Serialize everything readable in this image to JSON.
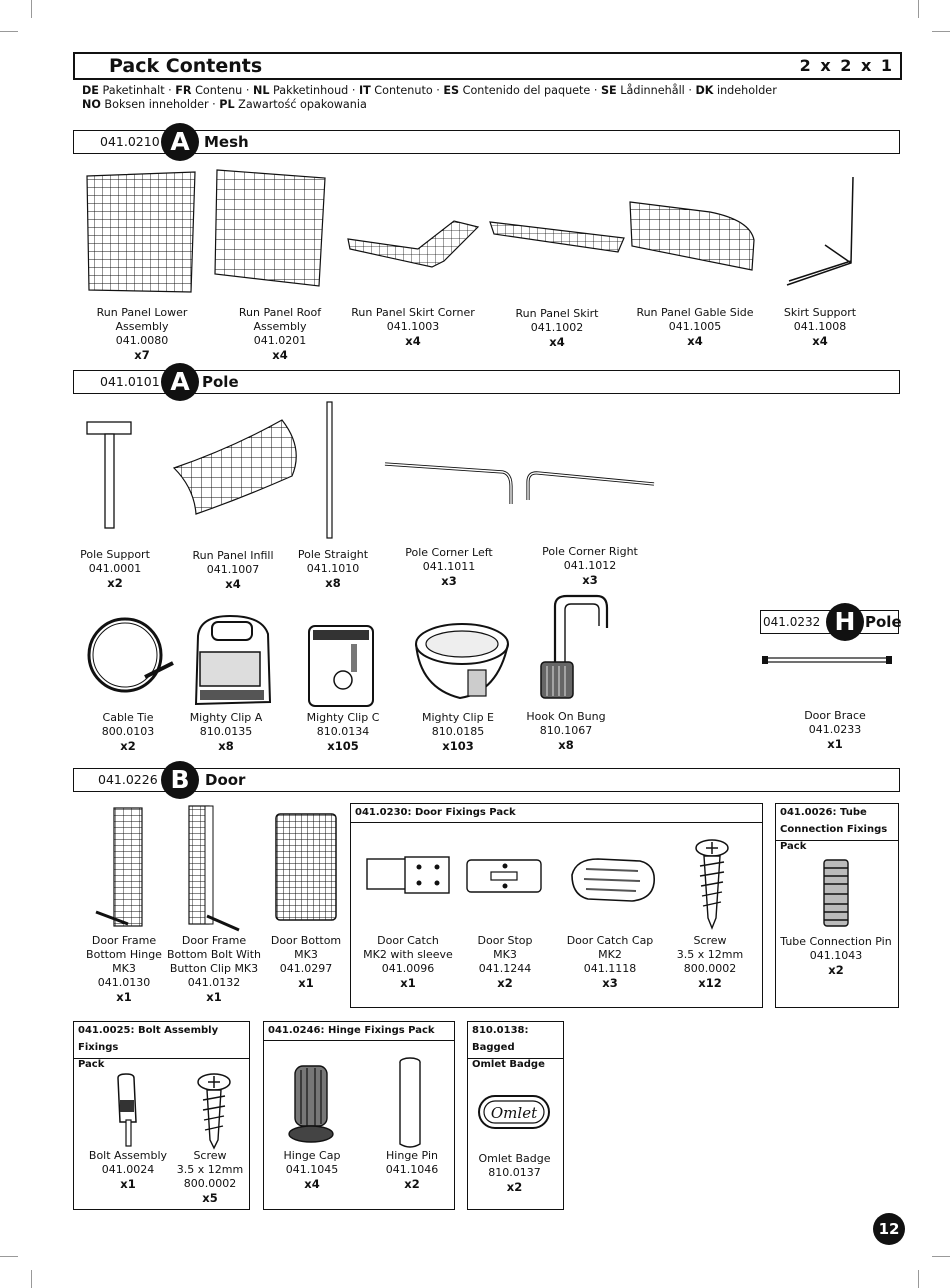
{
  "header": {
    "title": "Pack Contents",
    "size": "2 x 2 x 1"
  },
  "translations": {
    "line1": [
      {
        "code": "DE",
        "text": " Paketinhalt · "
      },
      {
        "code": "FR",
        "text": " Contenu · "
      },
      {
        "code": "NL",
        "text": " Pakketinhoud · "
      },
      {
        "code": "IT",
        "text": " Contenuto · "
      },
      {
        "code": "ES",
        "text": " Contenido del paquete · "
      },
      {
        "code": "SE",
        "text": " Lådinnehåll · "
      },
      {
        "code": "DK",
        "text": " indeholder"
      }
    ],
    "line2": [
      {
        "code": "NO",
        "text": " Boksen inneholder · "
      },
      {
        "code": "PL",
        "text": " Zawartość opakowania"
      }
    ]
  },
  "sections": {
    "mesh": {
      "code": "041.0210",
      "letter": "A",
      "name": "Mesh"
    },
    "pole": {
      "code": "041.0101",
      "letter": "A",
      "name": "Pole"
    },
    "door": {
      "code": "041.0226",
      "letter": "B",
      "name": "Door"
    },
    "pole_h": {
      "code": "041.0232",
      "letter": "H",
      "name": "Pole"
    }
  },
  "mesh_items": [
    {
      "name1": "Run Panel Lower",
      "name2": "Assembly",
      "code": "041.0080",
      "qty": "x7"
    },
    {
      "name1": "Run Panel Roof",
      "name2": "Assembly",
      "code": "041.0201",
      "qty": "x4"
    },
    {
      "name1": "Run Panel Skirt Corner",
      "name2": "",
      "code": "041.1003",
      "qty": "x4"
    },
    {
      "name1": "Run Panel Skirt",
      "name2": "",
      "code": "041.1002",
      "qty": "x4"
    },
    {
      "name1": "Run Panel Gable Side",
      "name2": "",
      "code": "041.1005",
      "qty": "x4"
    },
    {
      "name1": "Skirt Support",
      "name2": "",
      "code": "041.1008",
      "qty": "x4"
    }
  ],
  "pole_items": [
    {
      "name": "Pole Support",
      "code": "041.0001",
      "qty": "x2"
    },
    {
      "name": "Run Panel Infill",
      "code": "041.1007",
      "qty": "x4"
    },
    {
      "name": "Pole Straight",
      "code": "041.1010",
      "qty": "x8"
    },
    {
      "name": "Pole Corner Left",
      "code": "041.1011",
      "qty": "x3"
    },
    {
      "name": "Pole Corner Right",
      "code": "041.1012",
      "qty": "x3"
    }
  ],
  "clip_items": [
    {
      "name": "Cable Tie",
      "code": "800.0103",
      "qty": "x2"
    },
    {
      "name": "Mighty Clip A",
      "code": "810.0135",
      "qty": "x8"
    },
    {
      "name": "Mighty Clip C",
      "code": "810.0134",
      "qty": "x105"
    },
    {
      "name": "Mighty Clip E",
      "code": "810.0185",
      "qty": "x103"
    },
    {
      "name": "Hook On Bung",
      "code": "810.1067",
      "qty": "x8"
    }
  ],
  "door_brace": {
    "name": "Door Brace",
    "code": "041.0233",
    "qty": "x1"
  },
  "door_items": [
    {
      "l1": "Door Frame",
      "l2": "Bottom Hinge",
      "l3": "MK3",
      "code": "041.0130",
      "qty": "x1"
    },
    {
      "l1": "Door Frame",
      "l2": "Bottom Bolt With",
      "l3": "Button Clip MK3",
      "code": "041.0132",
      "qty": "x1"
    },
    {
      "l1": "Door Bottom",
      "l2": "MK3",
      "l3": "",
      "code": "041.0297",
      "qty": "x1"
    }
  ],
  "door_fixings": {
    "title": "041.0230: Door Fixings Pack",
    "items": [
      {
        "l1": "Door Catch",
        "l2": "MK2 with sleeve",
        "code": "041.0096",
        "qty": "x1"
      },
      {
        "l1": "Door Stop",
        "l2": "MK3",
        "code": "041.1244",
        "qty": "x2"
      },
      {
        "l1": "Door Catch Cap",
        "l2": "MK2",
        "code": "041.1118",
        "qty": "x3"
      },
      {
        "l1": "Screw",
        "l2": "3.5 x 12mm",
        "code": "800.0002",
        "qty": "x12"
      }
    ]
  },
  "tube_pack": {
    "title1": "041.0026: Tube",
    "title2": "Connection Fixings Pack",
    "item": {
      "name": "Tube Connection Pin",
      "code": "041.1043",
      "qty": "x2"
    }
  },
  "bolt_pack": {
    "title1": "041.0025: Bolt Assembly Fixings",
    "title2": "Pack",
    "items": [
      {
        "l1": "Bolt Assembly",
        "l2": "",
        "code": "041.0024",
        "qty": "x1"
      },
      {
        "l1": "Screw",
        "l2": "3.5 x 12mm",
        "code": "800.0002",
        "qty": "x5"
      }
    ]
  },
  "hinge_pack": {
    "title": "041.0246: Hinge Fixings Pack",
    "items": [
      {
        "name": "Hinge Cap",
        "code": "041.1045",
        "qty": "x4"
      },
      {
        "name": "Hinge Pin",
        "code": "041.1046",
        "qty": "x2"
      }
    ]
  },
  "badge_pack": {
    "title1": "810.0138: Bagged",
    "title2": "Omlet Badge",
    "item": {
      "name": "Omlet Badge",
      "code": "810.0137",
      "qty": "x2"
    },
    "logo_text": "Omlet"
  },
  "page_number": "12"
}
